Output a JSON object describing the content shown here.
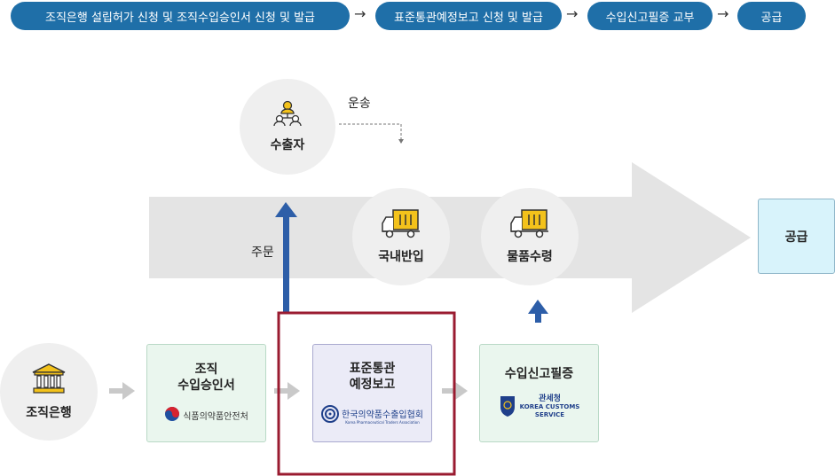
{
  "steps": [
    {
      "label": "조직은행 설립허가 신청 및 조직수입승인서 신청 및 발급"
    },
    {
      "label": "표준통관예정보고 신청 및 발급"
    },
    {
      "label": "수입신고필증 교부"
    },
    {
      "label": "공급"
    }
  ],
  "step_arrow": "→",
  "exporter": {
    "label": "수출자",
    "icon": "people-icon"
  },
  "transport_label": "운송",
  "order_label": "주문",
  "domestic": {
    "label": "국내반입",
    "icon": "truck-icon"
  },
  "receipt": {
    "label": "물품수령",
    "icon": "truck-icon"
  },
  "supply_box": {
    "label": "공급"
  },
  "tissue_bank": {
    "label": "조직은행",
    "icon": "bank-icon"
  },
  "import_approval": {
    "title_line1": "조직",
    "title_line2": "수입승인서",
    "logo_text": "식품의약품안전처"
  },
  "customs_report": {
    "title_line1": "표준통관",
    "title_line2": "예정보고",
    "logo_text": "한국의약품수출입협회",
    "logo_sub": "Korea Pharmaceutical Traders Association"
  },
  "import_cert": {
    "title": "수입신고필증",
    "logo_text_ko": "관세청",
    "logo_text_en1": "KOREA CUSTOMS",
    "logo_text_en2": "SERVICE"
  },
  "colors": {
    "pill": "#1f6fa8",
    "blue_arrow": "#2d5ea8",
    "highlight": "#9a1b30",
    "box_green": "#eaf6ee",
    "box_purple": "#ebebf7",
    "supply_box": "#d8f3fb"
  }
}
